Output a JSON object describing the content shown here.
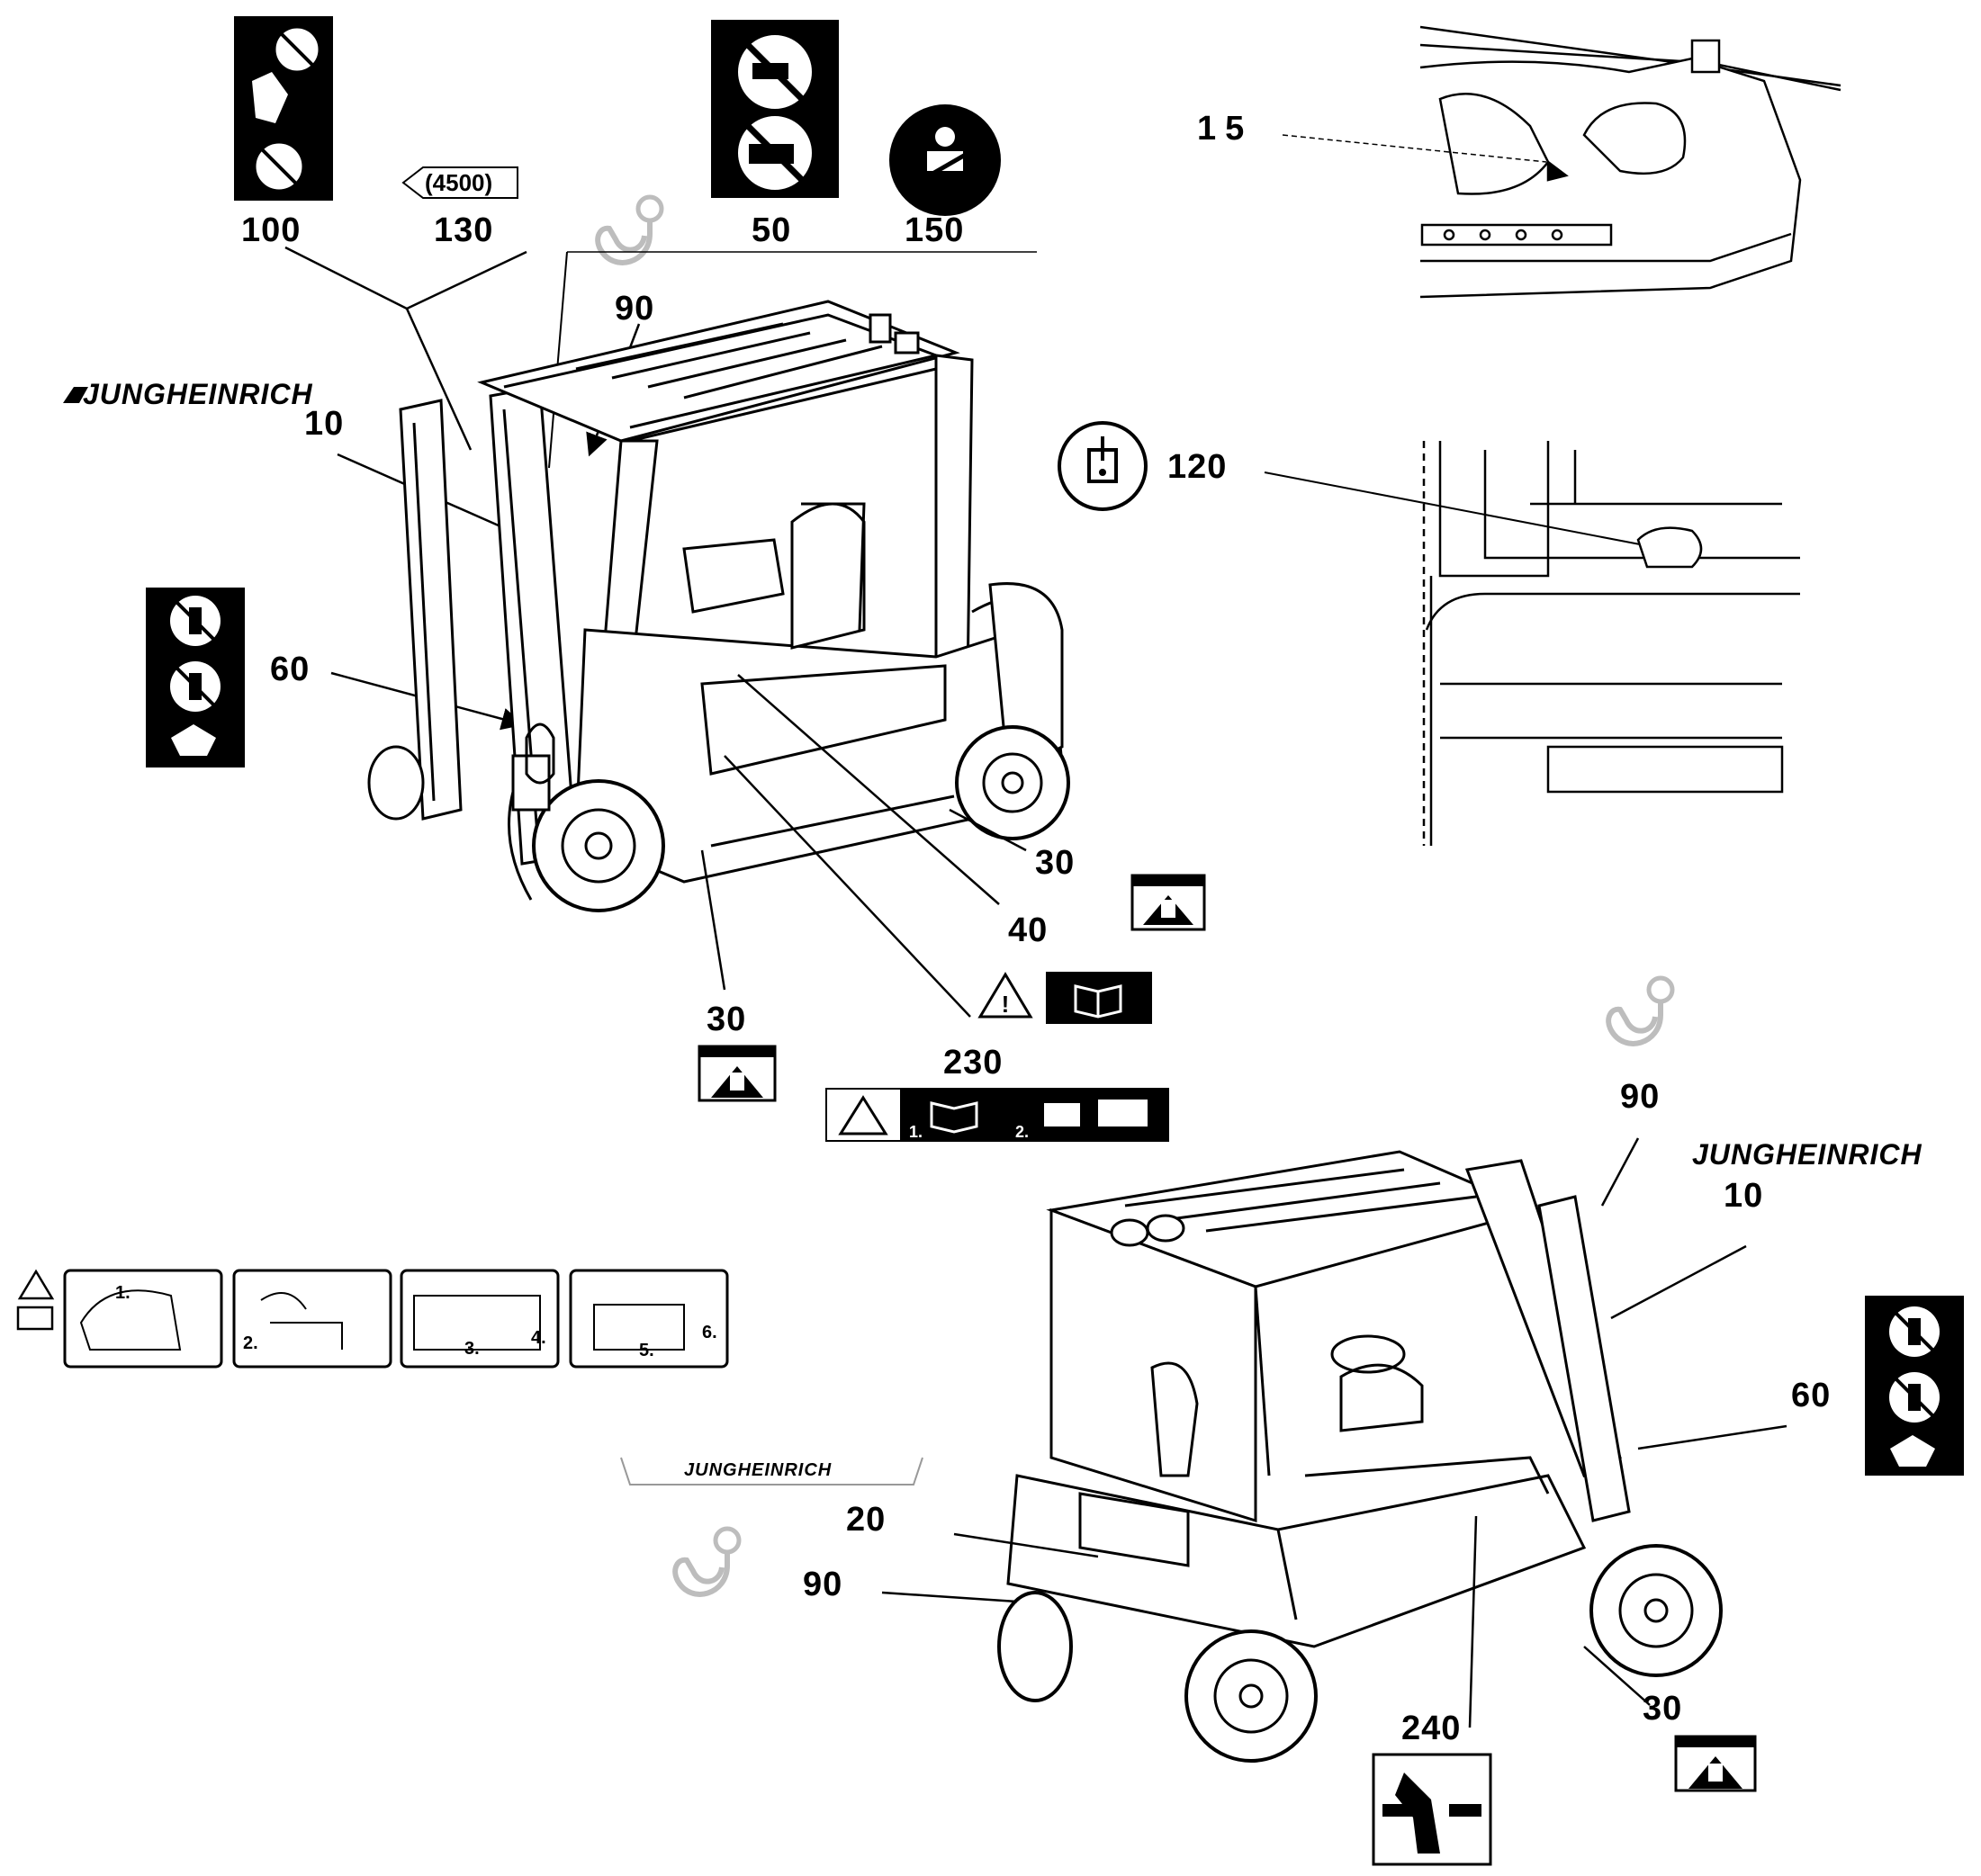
{
  "callouts": {
    "c100": "100",
    "c130": "130",
    "c50": "50",
    "c150": "150",
    "c15": "15",
    "c90_top": "90",
    "c10_top": "10",
    "c120": "120",
    "c60_left": "60",
    "c30_right": "30",
    "c40": "40",
    "c30_bottom": "30",
    "c230": "230",
    "c90_right": "90",
    "c10_right": "10",
    "c60_right": "60",
    "c20": "20",
    "c90_left": "90",
    "c240": "240",
    "c30_rear": "30"
  },
  "capacity_tag": "(4500)",
  "brand": "JUNGHEINRICH",
  "step_labels": [
    "1.",
    "2.",
    "3.",
    "4.",
    "5.",
    "6."
  ],
  "label230_steps": [
    "1.",
    "2."
  ],
  "colors": {
    "ink": "#000000",
    "paper": "#ffffff",
    "hook": "#c8c8c8"
  },
  "icons": [
    "no-riding-icon",
    "no-passenger-icon",
    "seatbelt-icon",
    "hook-icon",
    "warning-triangle-icon",
    "manual-book-icon",
    "lifting-point-icon",
    "crush-hazard-icon",
    "fill-point-icon",
    "no-standing-under-forks-icon"
  ]
}
